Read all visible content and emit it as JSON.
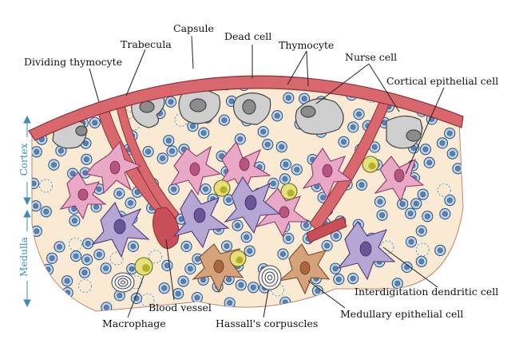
{
  "diagram": {
    "labels": {
      "capsule": "Capsule",
      "trabecula": "Trabecula",
      "dead_cell": "Dead cell",
      "thymocyte": "Thymocyte",
      "nurse_cell": "Nurse cell",
      "dividing_thymocyte": "Dividing thymocyte",
      "cortical_epithelial_cell": "Cortical epithelial cell",
      "cortex": "Cortex",
      "medulla": "Medulla",
      "interdigitation_dendritic_cell": "Interdigitation dendritic cell",
      "blood_vessel": "Blood vessel",
      "medullary_epithelial_cell": "Medullary epithelial cell",
      "macrophage": "Macrophage",
      "hassalls_corpuscles": "Hassall's corpuscles"
    },
    "colors": {
      "capsule": "#d9676e",
      "tissue": "#fbead3",
      "thymocyte": "#b9d4ea",
      "thymocyte_nucleus": "#5b82b3",
      "nurse_cell": "#cfcfcf",
      "epithelial": "#e9a9c6",
      "epithelial_nucleus": "#b4567f",
      "dendritic": "#b6a6d4",
      "dendritic_nucleus": "#6a5596",
      "medullary": "#d6a27c",
      "macrophage": "#e6e07a",
      "side_arrow": "#3a8fb0"
    }
  }
}
